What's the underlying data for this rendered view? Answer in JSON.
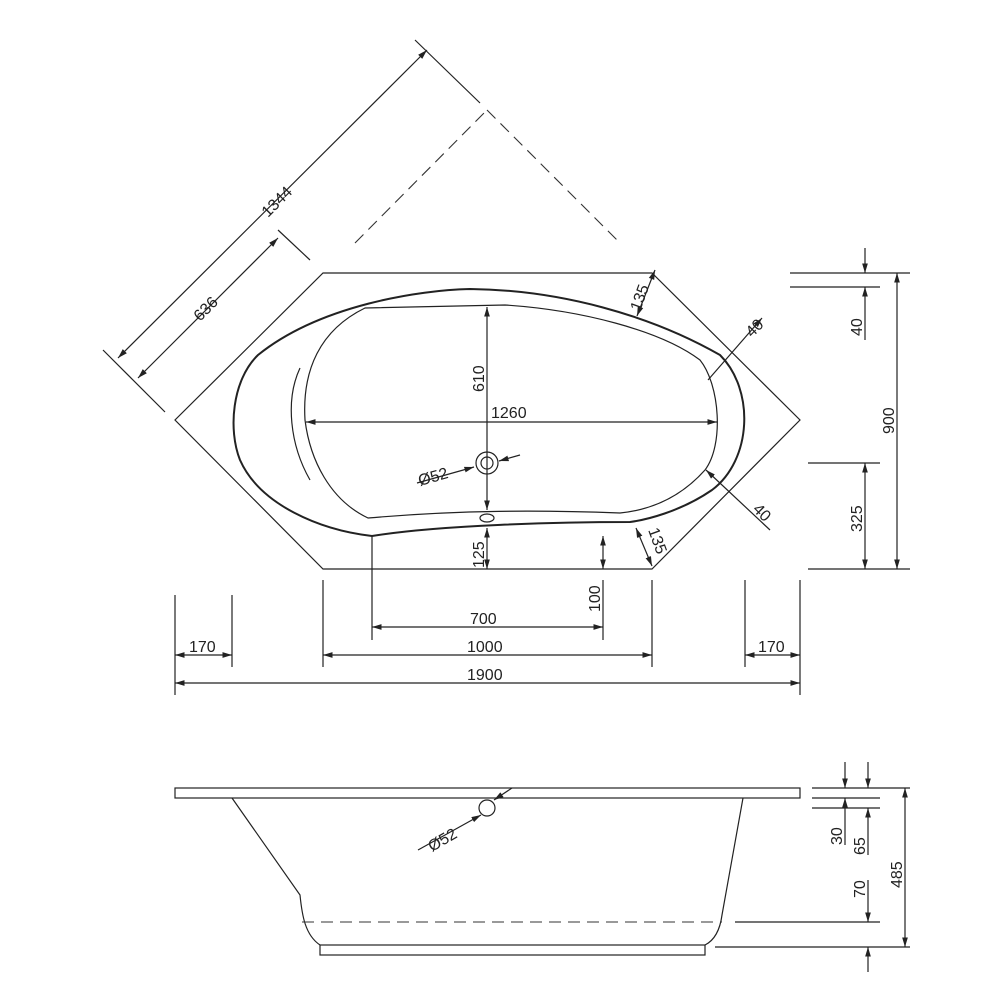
{
  "plan_view": {
    "diagonal_length": "1344",
    "diagonal_short": "636",
    "rim_corner_top": "135",
    "rim_corner_bottom": "135",
    "rim_side_top": "40",
    "rim_side_bottom": "40",
    "inner_depth": "610",
    "inner_length": "1260",
    "drain_diameter": "Ø52",
    "front_offset": "125",
    "front_offset_side": "100",
    "front_inner_width": "700",
    "front_width": "1000",
    "side_left": "170",
    "side_right": "170",
    "total_width": "1900",
    "rim_top_offset": "40",
    "total_depth": "900",
    "side_depth": "325"
  },
  "side_view": {
    "overflow_diameter": "Ø52",
    "rim_thickness": "30",
    "overflow_offset": "65",
    "base_height": "70",
    "total_height": "485"
  }
}
